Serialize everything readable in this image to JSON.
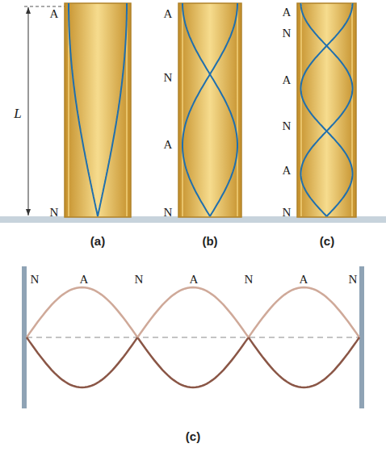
{
  "diagram": {
    "labels": [
      "A",
      "N",
      "L",
      "A",
      "N",
      "A",
      "N",
      "A",
      "N",
      "A",
      "N",
      "A",
      "N",
      "(a)",
      "(b)",
      "(c)",
      "N",
      "A",
      "N",
      "A",
      "N",
      "A",
      "N",
      "(c)"
    ]
  }
}
